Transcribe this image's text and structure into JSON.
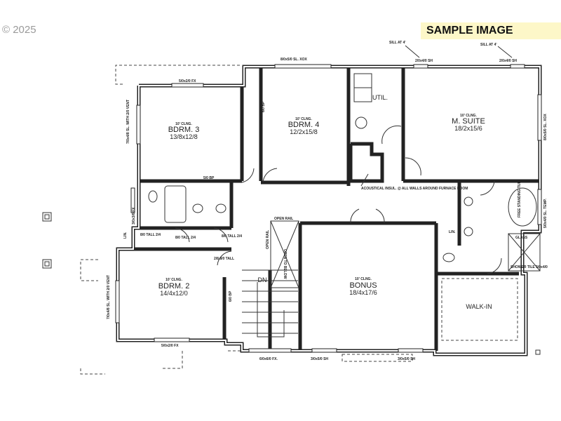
{
  "header": {
    "copyright": "© 2025",
    "watermark": "SAMPLE IMAGE"
  },
  "rooms": {
    "bdrm3": {
      "ceiling": "10' CLNG.",
      "name": "BDRM. 3",
      "size": "13/8x12/8"
    },
    "bdrm4": {
      "ceiling": "10' CLNG.",
      "name": "BDRM. 4",
      "size": "12/2x15/8"
    },
    "msuite": {
      "ceiling": "10' CLNG.",
      "name": "M. SUITE",
      "size": "18/2x15/6"
    },
    "bdrm2": {
      "ceiling": "10' CLNG.",
      "name": "BDRM. 2",
      "size": "14/4x12/0"
    },
    "bonus": {
      "ceiling": "10' CLNG.",
      "name": "BONUS",
      "size": "18/4x17/6"
    },
    "util": {
      "name": "UTIL."
    },
    "walkin": {
      "name": "WALK-IN"
    }
  },
  "annotations": {
    "win_bdrm3_top": "5/0x2/0 FX",
    "win_bdrm4_top": "8/0x5/0 SL. XOX",
    "sill1": "SILL AT 4'",
    "sill2": "SILL AT 4'",
    "win_ms_1": "2/0x4/0 SH",
    "win_ms_2": "2/0x4/0 SH",
    "win_ms_right": "8/0x5/0 SL. XOX",
    "win_bdrm3_left": "7/0x4/8 SL. WITH 2/0 VENT",
    "bp_closet": "6/0 BP",
    "bp_bdrm3": "5/0 BP",
    "bp_bdrm2": "6/0 BP",
    "furnace_note": "ACOUSTICAL INSUL. @ ALL WALLS AROUND FURNACE ROOM",
    "win_bath": "3/0x3/0 FX",
    "lin": "LIN.",
    "lin2": "LIN.",
    "door_1": "8/0 TALL 2/4",
    "door_2": "8/0 TALL 2/4",
    "door_3": "8/0 TALL 2/4",
    "door_4": "2/8 8/0 TALL",
    "open_rail_top": "OPEN RAIL",
    "open_rail_side": "OPEN RAIL",
    "open_below": "OPEN TO BELOW",
    "dn": "DN",
    "win_bdrm2_left": "7/0x4/8 SL. WITH 2/0 VENT",
    "win_bdrm2_bottom": "5/0x2/0 FX",
    "win_stair": "6/0x6/0 FX.",
    "win_bonus_1": "3/0x5/0 SH",
    "win_bonus_2": "3/0x5/0 SH",
    "tub": "FREE STANDING TUB",
    "win_tub": "5/0x4/0 SL. TEMP.",
    "glass": "GLASS",
    "shower": "SHOWER TILE 5/0x4/0"
  }
}
